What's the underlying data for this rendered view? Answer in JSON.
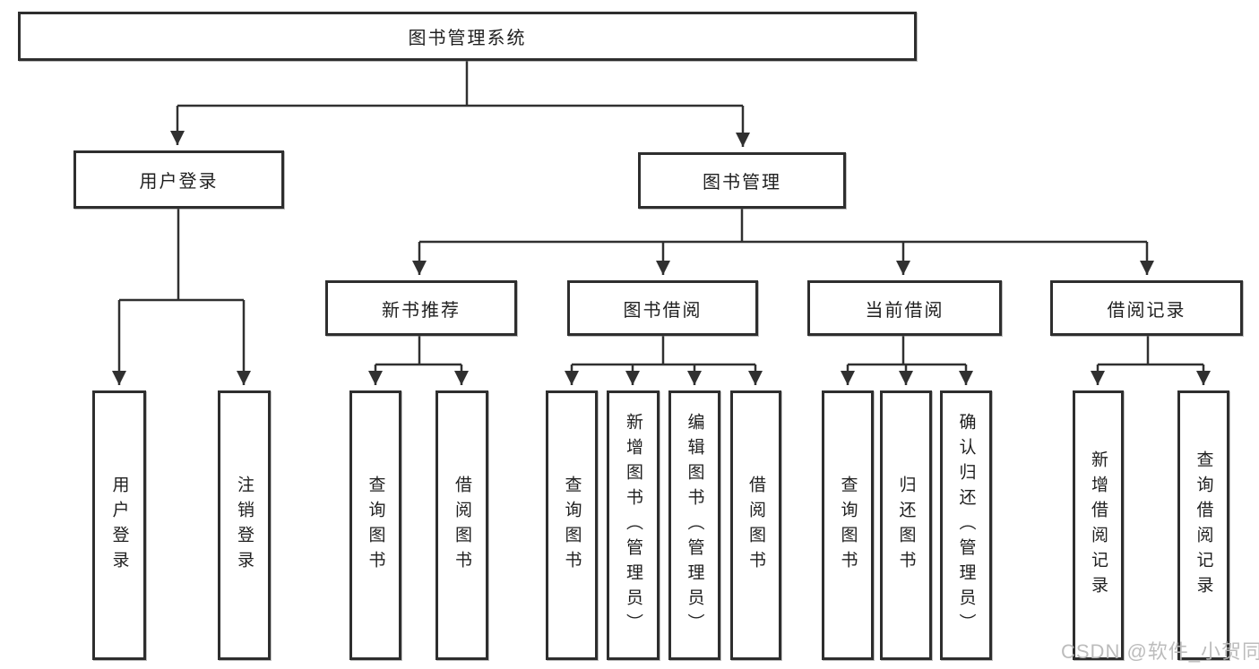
{
  "tree": {
    "label": "图书管理系统",
    "children": [
      {
        "label": "用户登录",
        "children": [
          {
            "label": "用户登录"
          },
          {
            "label": "注销登录"
          }
        ]
      },
      {
        "label": "图书管理",
        "children": [
          {
            "label": "新书推荐",
            "children": [
              {
                "label": "查询图书"
              },
              {
                "label": "借阅图书"
              }
            ]
          },
          {
            "label": "图书借阅",
            "children": [
              {
                "label": "查询图书"
              },
              {
                "label": "新增图书（管理员）"
              },
              {
                "label": "编辑图书（管理员）"
              },
              {
                "label": "借阅图书"
              }
            ]
          },
          {
            "label": "当前借阅",
            "children": [
              {
                "label": "查询图书"
              },
              {
                "label": "归还图书"
              },
              {
                "label": "确认归还（管理员）"
              }
            ]
          },
          {
            "label": "借阅记录",
            "children": [
              {
                "label": "新增借阅记录"
              },
              {
                "label": "查询借阅记录"
              }
            ]
          }
        ]
      }
    ]
  },
  "watermark": "CSDN @软件_小贺同学",
  "colors": {
    "line": "#303030",
    "box_border": "#2e2e2e",
    "text": "#1f1f1f",
    "watermark_text": "#b9b9b9",
    "background": "#ffffff"
  }
}
